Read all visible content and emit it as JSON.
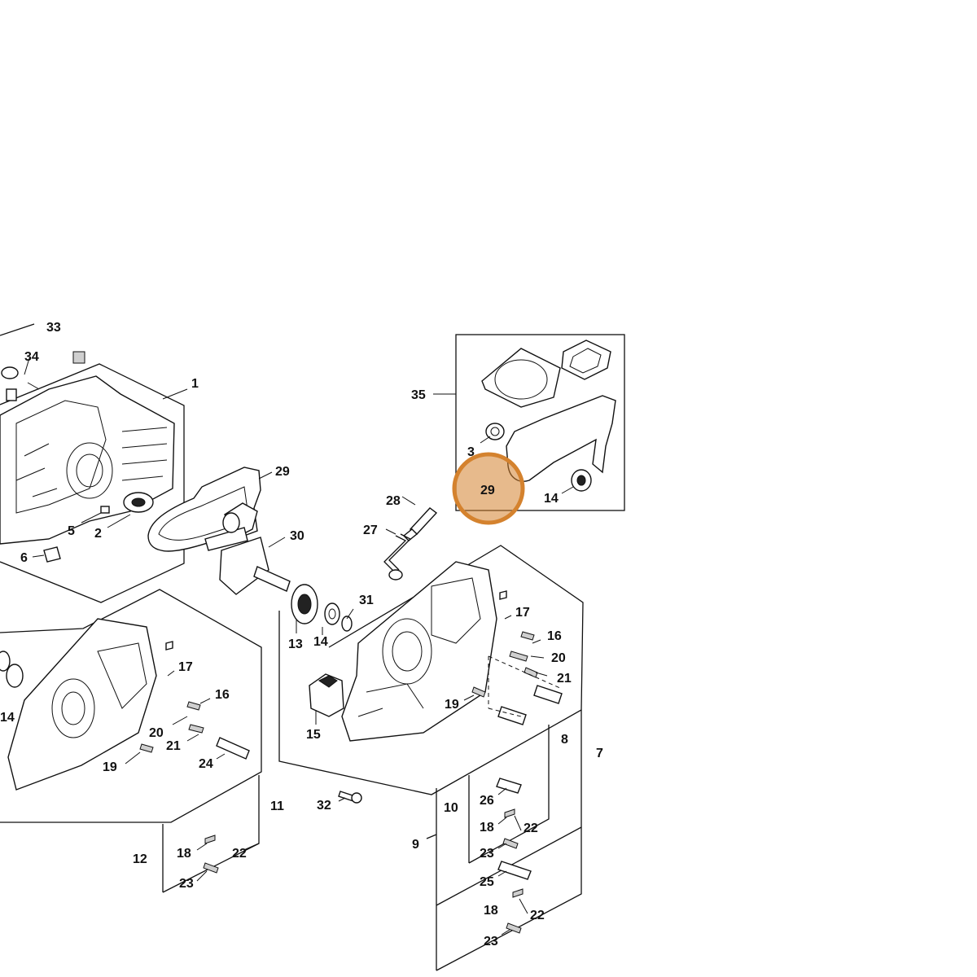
{
  "highlight": {
    "label": "29",
    "color": "#d4822e"
  },
  "callouts": {
    "c33": "33",
    "c34": "34",
    "c1": "1",
    "c29a": "29",
    "c30": "30",
    "c28": "28",
    "c27": "27",
    "c35": "35",
    "c3": "3",
    "c29b": "29",
    "c14a": "14",
    "c5": "5",
    "c2": "2",
    "c6": "6",
    "c31": "31",
    "c13": "13",
    "c14b": "14",
    "c15": "15",
    "c17a": "17",
    "c16a": "16",
    "c20a": "20",
    "c21a": "21",
    "c19a": "19",
    "c17b": "17",
    "c16b": "16",
    "c20b": "20",
    "c21b": "21",
    "c19b": "19",
    "c24": "24",
    "c14c": "14",
    "c11": "11",
    "c12": "12",
    "c18a": "18",
    "c22a": "22",
    "c23a": "23",
    "c32": "32",
    "c8": "8",
    "c7": "7",
    "c10": "10",
    "c26": "26",
    "c9": "9",
    "c18b": "18",
    "c22b": "22",
    "c23b": "23",
    "c25": "25",
    "c18c": "18",
    "c22c": "22",
    "c23c": "23"
  }
}
